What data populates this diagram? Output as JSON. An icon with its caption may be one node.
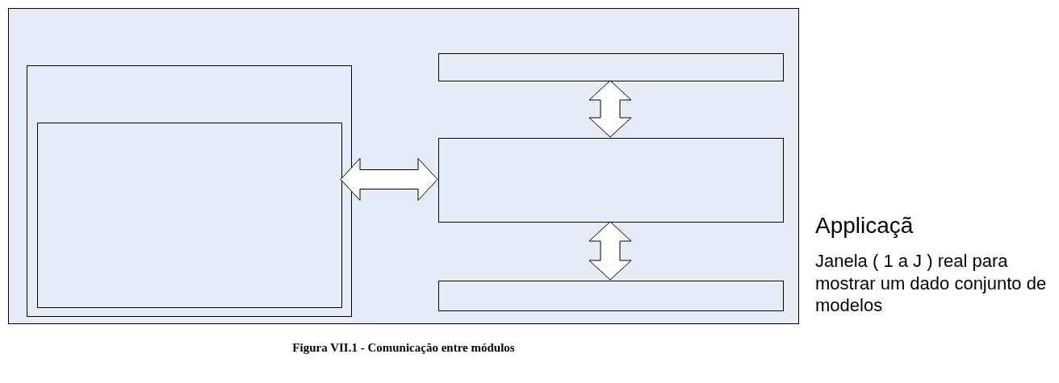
{
  "diagram": {
    "caption": "Figura VII.1 - Comunicação entre módulos",
    "nodes": [
      {
        "text": [],
        "shape": "box"
      },
      {
        "text": [],
        "shape": "box",
        "in": 0
      },
      {
        "text": [],
        "shape": "box",
        "in": 1
      },
      {
        "text": [],
        "shape": "box",
        "in": 0
      },
      {
        "text": [],
        "shape": "box",
        "in": 0
      },
      {
        "text": [],
        "shape": "box",
        "in": 0
      }
    ],
    "edges": [
      {
        "from": 2,
        "to": 4,
        "arrow": "both"
      },
      {
        "from": 3,
        "to": 4,
        "arrow": "both"
      },
      {
        "from": 4,
        "to": 5,
        "arrow": "both"
      }
    ],
    "labels": [
      "Applicaçã",
      "Janela ( 1 a J ) real para mostrar um dado conjunto de modelos"
    ]
  }
}
